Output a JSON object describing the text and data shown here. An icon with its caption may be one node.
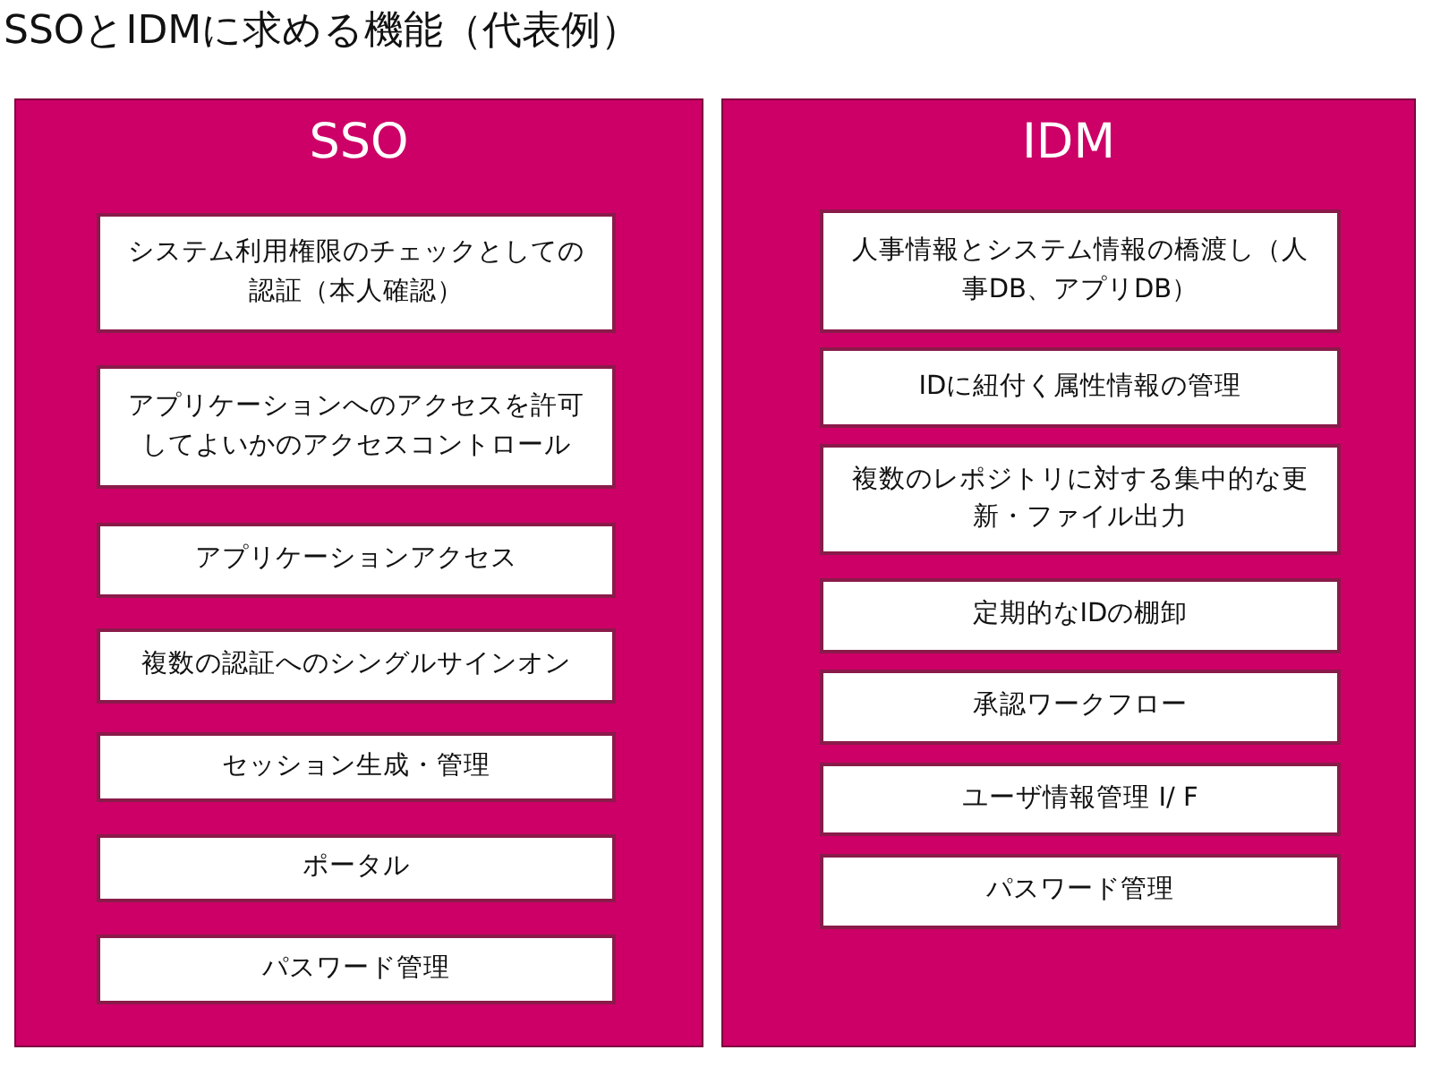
{
  "diagram": {
    "title": "SSOとIDMに求める機能（代表例）",
    "nodes": [
      {
        "text": [
          "SSO"
        ]
      },
      {
        "text": [
          "システム利用権限のチェックとしての認証（本人確認）"
        ],
        "in": 0
      },
      {
        "text": [
          "アプリケーションへのアクセスを許可してよいかのアクセスコントロール"
        ],
        "in": 0
      },
      {
        "text": [
          "アプリケーションアクセス"
        ],
        "in": 0
      },
      {
        "text": [
          "複数の認証へのシングルサインオン"
        ],
        "in": 0
      },
      {
        "text": [
          "セッション生成・管理"
        ],
        "in": 0
      },
      {
        "text": [
          "ポータル"
        ],
        "in": 0
      },
      {
        "text": [
          "パスワード管理"
        ],
        "in": 0
      },
      {
        "text": [
          "IDM"
        ]
      },
      {
        "text": [
          "人事情報とシステム情報の橋渡し（人事DB、アプリDB）"
        ],
        "in": 8
      },
      {
        "text": [
          "IDに紐付く属性情報の管理"
        ],
        "in": 8
      },
      {
        "text": [
          "複数のレポジトリに対する集中的な更新・ファイル出力"
        ],
        "in": 8
      },
      {
        "text": [
          "定期的なIDの棚卸"
        ],
        "in": 8
      },
      {
        "text": [
          "承認ワークフロー"
        ],
        "in": 8
      },
      {
        "text": [
          "ユーザ情報管理 I/ F"
        ],
        "in": 8
      },
      {
        "text": [
          "パスワード管理"
        ],
        "in": 8
      }
    ]
  }
}
